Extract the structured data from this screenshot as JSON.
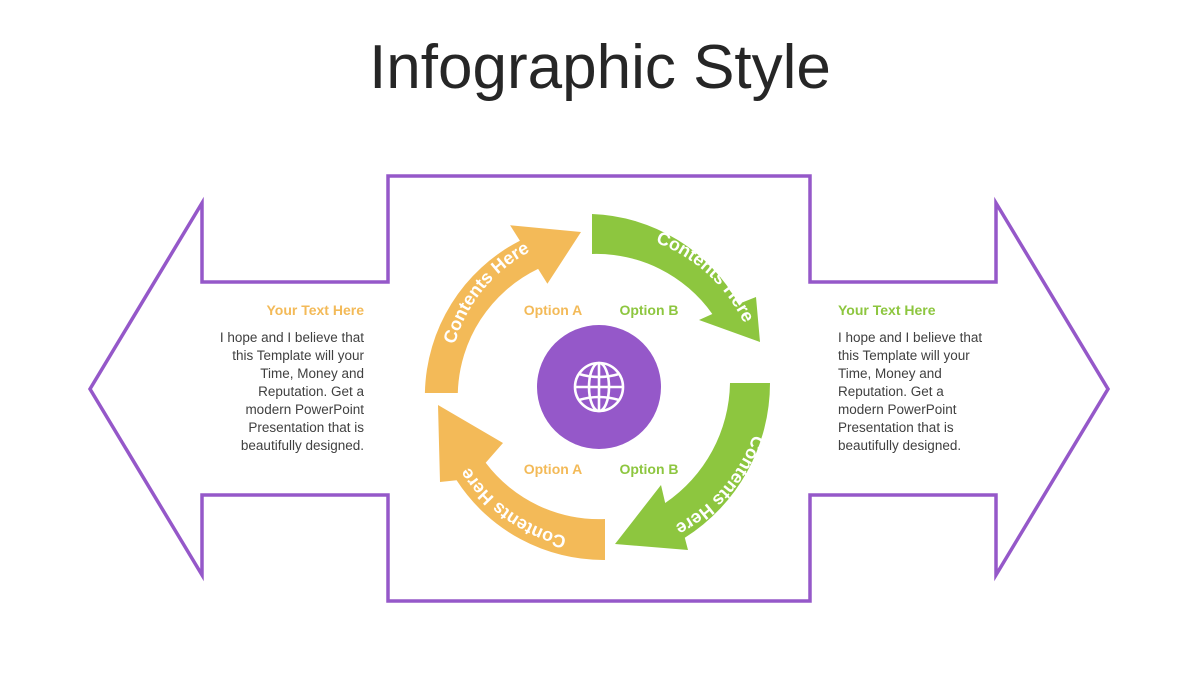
{
  "title": "Infographic Style",
  "colors": {
    "purple": "#9558C9",
    "orange": "#F3BA58",
    "green": "#8DC63F",
    "outline": "#9558C9",
    "text": "#404040"
  },
  "left_panel": {
    "heading": "Your Text Here",
    "body": "I hope and I believe that this Template will your Time, Money and Reputation. Get a modern PowerPoint Presentation that is beautifully designed."
  },
  "right_panel": {
    "heading": "Your Text Here",
    "body": "I hope and I believe that this Template will your Time, Money and Reputation. Get a modern PowerPoint Presentation that is beautifully designed."
  },
  "cycle": {
    "center_icon": "globe-icon",
    "arrows": [
      {
        "label": "Contents Here",
        "color": "orange"
      },
      {
        "label": "Contents Here",
        "color": "green"
      },
      {
        "label": "Contents Here",
        "color": "green"
      },
      {
        "label": "Contents Here",
        "color": "orange"
      }
    ],
    "options": [
      {
        "label": "Option A",
        "color": "orange"
      },
      {
        "label": "Option B",
        "color": "green"
      },
      {
        "label": "Option A",
        "color": "orange"
      },
      {
        "label": "Option B",
        "color": "green"
      }
    ]
  }
}
